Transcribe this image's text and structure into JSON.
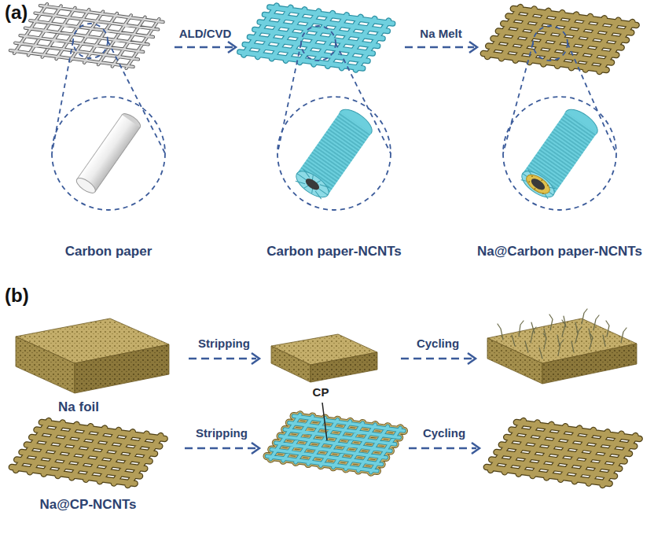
{
  "diagram": {
    "labels": [
      "(a)",
      "ALD/CVD",
      "Na Melt",
      "Carbon paper",
      "Carbon paper-NCNTs",
      "Na@Carbon paper-NCNTs",
      "(b)",
      "Stripping",
      "Cycling",
      "Na foil",
      "CP",
      "Stripping",
      "Cycling",
      "Na@CP-NCNTs"
    ]
  }
}
